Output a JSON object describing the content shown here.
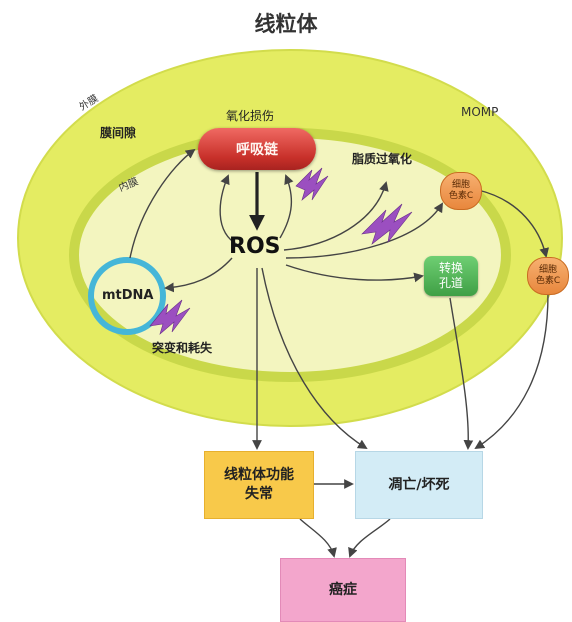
{
  "title": "线粒体",
  "labels": {
    "outer_membrane": "外膜",
    "intermembrane_space": "膜间隙",
    "inner_membrane": "内膜",
    "momp": "MOMP",
    "oxidative_damage": "氧化损伤",
    "ros": "ROS",
    "lipid_peroxidation": "脂质过氧化",
    "mtdna": "mtDNA",
    "mutation_loss": "突变和耗失"
  },
  "nodes": {
    "respiratory_chain": "呼吸链",
    "transfer_channel": [
      "转换",
      "孔道"
    ],
    "cytochrome_c_inner": [
      "细胞",
      "色素C"
    ],
    "cytochrome_c_outer": [
      "细胞",
      "色素C"
    ],
    "dysfunction": [
      "线粒体功能",
      "失常"
    ],
    "apoptosis": "凋亡/坏死",
    "cancer": "癌症"
  },
  "colors": {
    "outer_fill": "#e4ec62",
    "inner_fill": "#f3f5bf",
    "inner_border": "#c9d84a",
    "respiratory_chain": "#d13a33",
    "transfer_channel": "#4aa94f",
    "cytochrome_c": "#f0a45a",
    "mtdna_ring": "#45b6d8",
    "lightning": "#9b4fc0",
    "dysfunction_box": "#f8c94a",
    "apoptosis_box": "#d3ecf6",
    "cancer_box": "#f3a6cc",
    "arrow": "#444444"
  }
}
